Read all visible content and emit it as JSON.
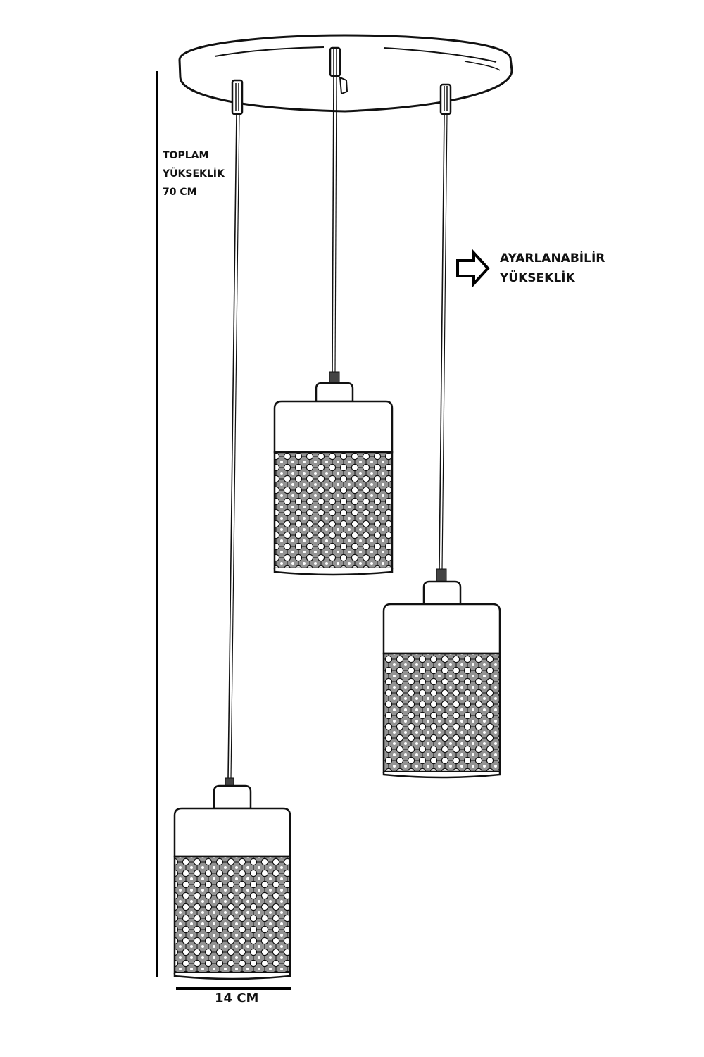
{
  "diagram": {
    "type": "product-dimension-drawing",
    "subject": "3-pendant ceiling lamp with round canopy and perforated cylindrical shades",
    "colors": {
      "background": "#ffffff",
      "ink": "#111111",
      "shade_pattern": "#2a2a2a"
    }
  },
  "annotations": {
    "total_height": {
      "line1": "TOPLAM",
      "line2": "YÜKSEKLİK",
      "line3": "70 CM"
    },
    "adjustable": {
      "line1": "AYARLANABİLİR",
      "line2": "YÜKSEKLİK",
      "icon": "right-arrow-outline-icon"
    },
    "width": {
      "label": "14 CM"
    }
  },
  "pendants": [
    {
      "id": "middle",
      "label": "pendant-middle"
    },
    {
      "id": "right",
      "label": "pendant-right"
    },
    {
      "id": "left",
      "label": "pendant-left"
    }
  ]
}
